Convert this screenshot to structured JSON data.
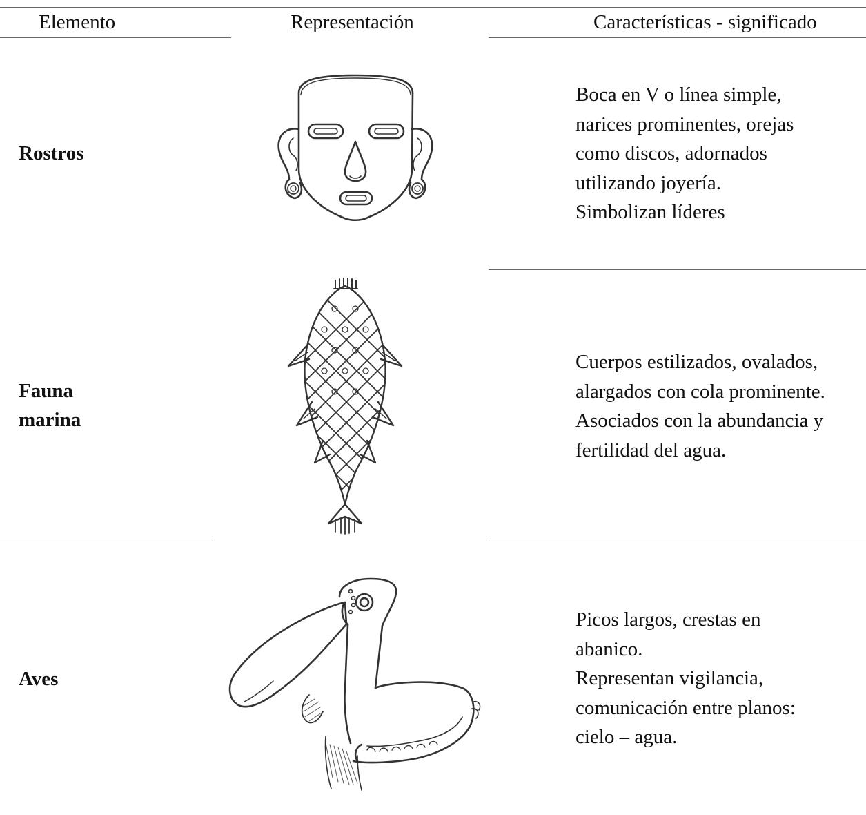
{
  "table": {
    "headers": {
      "element": "Elemento",
      "representation": "Representación",
      "meaning": "Características - significado"
    },
    "rows": [
      {
        "element_lines": [
          "Rostros"
        ],
        "illustration": "face-mask-illustration",
        "meaning_lines": [
          "Boca en V o línea simple,",
          "narices prominentes, orejas",
          "como discos, adornados",
          "utilizando joyería.",
          "Simbolizan líderes"
        ]
      },
      {
        "element_lines": [
          "Fauna",
          "marina"
        ],
        "illustration": "fish-illustration",
        "meaning_lines": [
          "Cuerpos estilizados, ovalados,",
          "alargados con cola prominente.",
          "Asociados con la abundancia y",
          "fertilidad del agua."
        ]
      },
      {
        "element_lines": [
          "Aves"
        ],
        "illustration": "bird-illustration",
        "meaning_lines": [
          "Picos largos, crestas en",
          "abanico.",
          "Representan vigilancia,",
          "comunicación entre planos:",
          "cielo – agua."
        ]
      }
    ]
  }
}
